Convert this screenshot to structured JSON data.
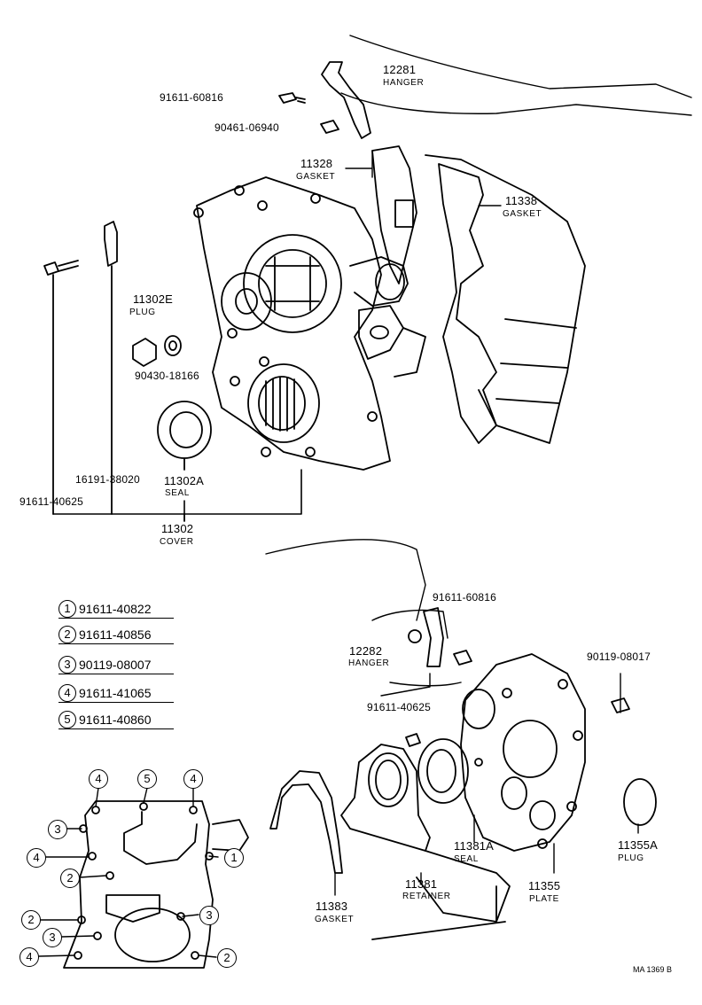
{
  "top_assembly": {
    "hanger_upper": {
      "part": "12281",
      "name": "HANGER"
    },
    "bolt_hanger_upper": "91611-60816",
    "bolt_2": "90461-06940",
    "gasket_a": {
      "part": "11328",
      "name": "GASKET"
    },
    "gasket_b": {
      "part": "11338",
      "name": "GASKET"
    },
    "plug": {
      "part": "11302E",
      "name": "PLUG"
    },
    "gasket_plug": "90430-18166",
    "pin": "16191-38020",
    "bolt_cover": "91611-40625",
    "seal": {
      "part": "11302A",
      "name": "SEAL"
    },
    "cover": {
      "part": "11302",
      "name": "COVER"
    }
  },
  "legend": [
    {
      "num": "1",
      "code": "91611-40822"
    },
    {
      "num": "2",
      "code": "91611-40856"
    },
    {
      "num": "3",
      "code": "90119-08007"
    },
    {
      "num": "4",
      "code": "91611-41065"
    },
    {
      "num": "5",
      "code": "91611-40860"
    }
  ],
  "callouts": [
    "4",
    "5",
    "4",
    "3",
    "4",
    "1",
    "2",
    "2",
    "3",
    "3",
    "2",
    "4"
  ],
  "bottom_assembly": {
    "bolt_hanger_lower": "91611-60816",
    "hanger_lower": {
      "part": "12282",
      "name": "HANGER"
    },
    "bolt_plate": "90119-08017",
    "bolt_retainer": "91611-40625",
    "seal_rear": {
      "part": "11381A",
      "name": "SEAL"
    },
    "plug_rear": {
      "part": "11355A",
      "name": "PLUG"
    },
    "retainer": {
      "part": "11381",
      "name": "RETAINER"
    },
    "plate": {
      "part": "11355",
      "name": "PLATE"
    },
    "gasket_rear": {
      "part": "11383",
      "name": "GASKET"
    }
  },
  "stamp": "MA 1369 B"
}
